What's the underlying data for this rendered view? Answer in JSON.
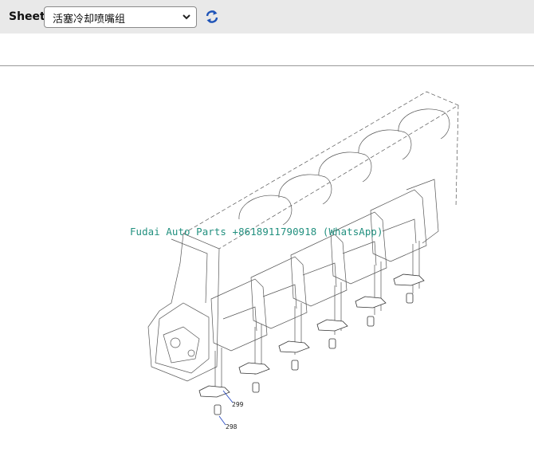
{
  "toolbar": {
    "sheet_label": "Sheet",
    "sheet_select": {
      "selected": "活塞冷却喷嘴组"
    },
    "refresh_icon": "refresh-icon"
  },
  "diagram": {
    "watermark": "Fudai Auto Parts +8618911790918 (WhatsApp)",
    "callouts": [
      "299",
      "298"
    ]
  },
  "colors": {
    "toolbar_bg": "#e9e9e9",
    "refresh_icon": "#1f54b8",
    "watermark": "#22907f",
    "callout_leader": "#1a3fbf"
  }
}
